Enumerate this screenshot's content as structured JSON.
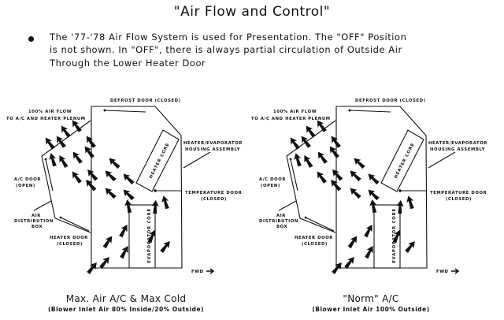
{
  "title": "\"Air Flow and Control\"",
  "bullet_lines": [
    "The '77-'78 Air Flow System is used for Presentation.  The \"OFF\" Position",
    "is not shown.  In \"OFF\", there is always partial circulation  of Outside Air",
    "Through the Lower Heater Door"
  ],
  "diagrams": [
    {
      "defrost": "DEFROST DOOR (CLOSED)",
      "airflow1": "100% AIR FLOW",
      "airflow2": "TO A/C AND HEATER PLENUM",
      "housing1": "HEATER/EVAPORATOR",
      "housing2": "HOUSING ASSEMBLY",
      "acdoor1": "A/C DOOR",
      "acdoor2": "(OPEN)",
      "box1": "AIR",
      "box2": "DISTRIBUTION",
      "box3": "BOX",
      "heaterdoor1": "HEATER DOOR",
      "heaterdoor2": "(CLOSED)",
      "tempdoor1": "TEMPERATURE DOOR",
      "tempdoor2": "(CLOSED)",
      "heatercore": "HEATER CORE",
      "evapcore": "EVAPORATOR CORE",
      "fwd": "FWD",
      "caption": "Max. Air A/C & Max Cold",
      "subcaption": "(Blower Inlet Air 80% Inside/20% Outside)"
    },
    {
      "defrost": "DEFROST DOOR (CLOSED)",
      "airflow1": "100% AIR FLOW",
      "airflow2": "TO A/C AND HEATER PLENUM",
      "housing1": "HEATER/EVAPORATOR",
      "housing2": "HOUSING ASSEMBLY",
      "acdoor1": "A/C DOOR",
      "acdoor2": "(OPEN)",
      "box1": "AIR",
      "box2": "DISTRIBUTION",
      "box3": "BOX",
      "heaterdoor1": "HEATER DOOR",
      "heaterdoor2": "(CLOSED)",
      "tempdoor1": "TEMPERATURE DOOR",
      "tempdoor2": "(CLOSED)",
      "heatercore": "HEATER CORE",
      "evapcore": "EVAPORATOR CORE",
      "fwd": "FWD",
      "caption": "\"Norm\" A/C",
      "subcaption": "(Blower Inlet Air 100% Outside)"
    }
  ]
}
